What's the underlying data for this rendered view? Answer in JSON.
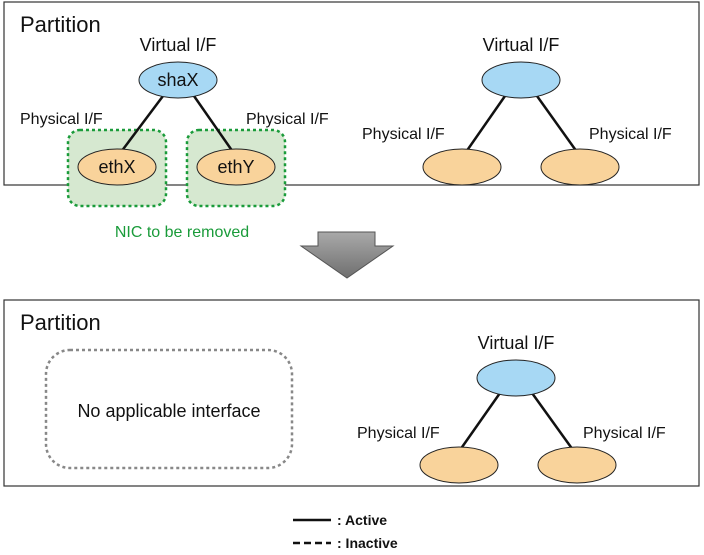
{
  "colors": {
    "virtual_node": "#a7d8f4",
    "physical_node": "#f9d39b",
    "nic_highlight_fill": "#d6e8d0",
    "nic_highlight_stroke": "#1a9b3a",
    "inactive_box_stroke": "#888888",
    "arrow_fill": "#8c8c8c"
  },
  "before": {
    "partition_label": "Partition",
    "left_group": {
      "virtual_label": "Virtual I/F",
      "virtual_name": "shaX",
      "physical_left_label": "Physical I/F",
      "physical_right_label": "Physical I/F",
      "physical_left_name": "ethX",
      "physical_right_name": "ethY"
    },
    "right_group": {
      "virtual_label": "Virtual I/F",
      "physical_left_label": "Physical I/F",
      "physical_right_label": "Physical I/F"
    },
    "nic_caption": "NIC to be removed"
  },
  "after": {
    "partition_label": "Partition",
    "empty_box_text": "No applicable interface",
    "group": {
      "virtual_label": "Virtual I/F",
      "physical_left_label": "Physical I/F",
      "physical_right_label": "Physical I/F"
    }
  },
  "legend": {
    "active_label": ": Active",
    "inactive_label": ": Inactive"
  }
}
